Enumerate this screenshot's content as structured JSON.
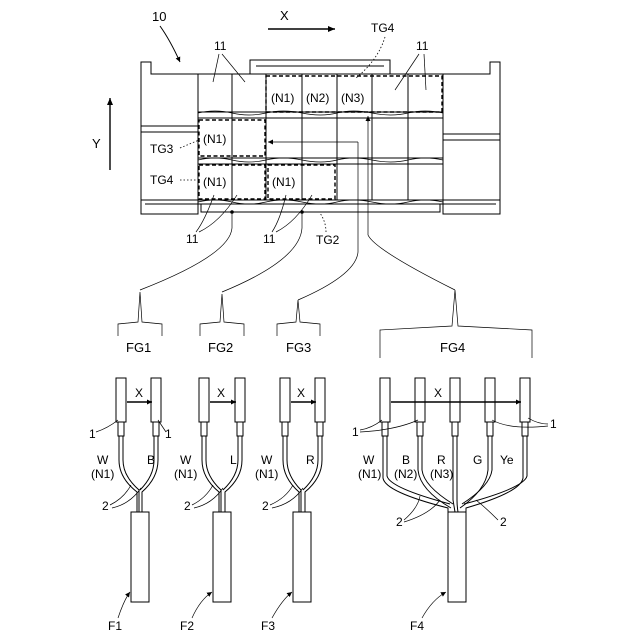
{
  "diagram": {
    "connector": {
      "ref": "10",
      "cavity_ref": "11",
      "x_axis": "X",
      "y_axis": "Y",
      "groups": {
        "tg2": "TG2",
        "tg3": "TG3",
        "tg4": "TG4"
      },
      "cavity_labels": {
        "n1": "(N1)",
        "n2": "(N2)",
        "n3": "(N3)"
      }
    },
    "function_groups": [
      "FG1",
      "FG2",
      "FG3",
      "FG4"
    ],
    "harness": {
      "terminal_ref": "1",
      "wire_ref": "2",
      "axis": "X",
      "wire_colors": {
        "w": "W",
        "b": "B",
        "l": "L",
        "r": "R",
        "g": "G",
        "ye": "Ye"
      },
      "sub_labels": {
        "n1": "(N1)",
        "n2": "(N2)",
        "n3": "(N3)"
      }
    },
    "cables": [
      "F1",
      "F2",
      "F3",
      "F4"
    ]
  }
}
